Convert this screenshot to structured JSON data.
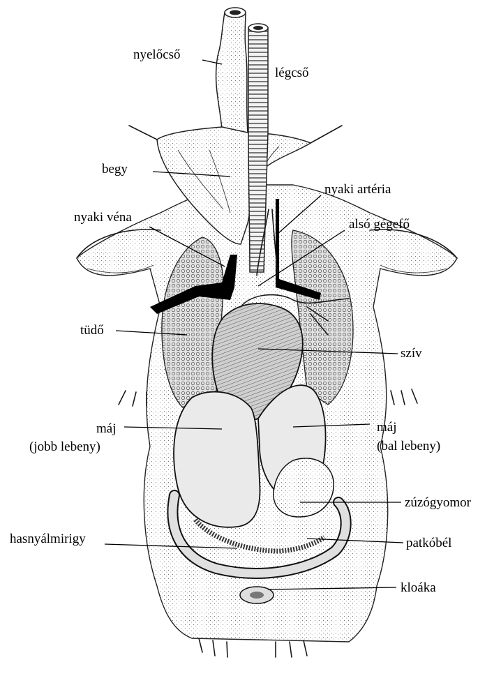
{
  "labels": {
    "nyelocso": "nyelőcső",
    "legcso": "légcső",
    "begy": "begy",
    "nyaki_arteria": "nyaki artéria",
    "nyaki_vena": "nyaki véna",
    "also_gegefo": "alsó gégefő",
    "tudo": "tüdő",
    "sziv": "szív",
    "maj_jobb_1": "máj",
    "maj_jobb_2": "(jobb lebeny)",
    "maj_bal_1": "máj",
    "maj_bal_2": "(bal lebeny)",
    "zuzogyomor": "zúzógyomor",
    "hasnyalmirigy": "hasnyálmirigy",
    "patkobel": "patkóbél",
    "kloaka": "kloáka"
  },
  "colors": {
    "ink": "#1a1a1a",
    "liver_fill": "#e9e9e9",
    "heart_fill": "#bdbdbd",
    "lung_fill": "#d6d6d6",
    "vein": "#000000"
  }
}
